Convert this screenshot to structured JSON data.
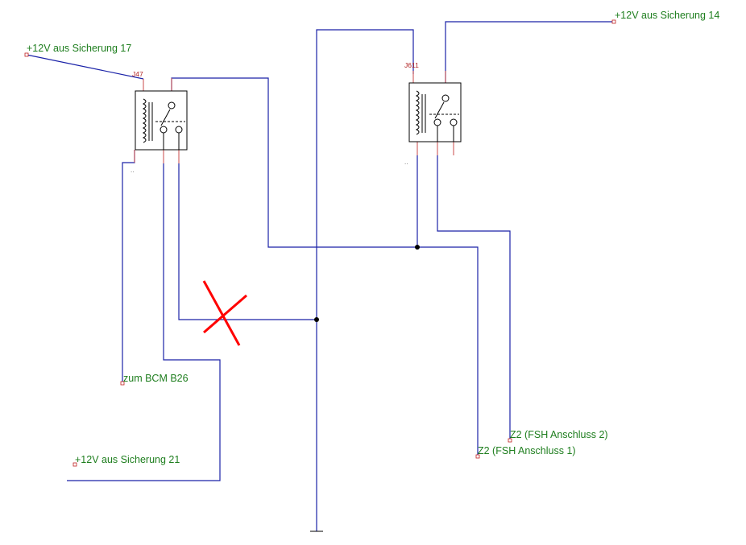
{
  "colors": {
    "wire": "#1a22a8",
    "label": "#1e7e1e",
    "relay_ref": "#b02020",
    "terminal": "#c02020",
    "cross": "#ff0000",
    "outline": "#000000"
  },
  "labels": {
    "fuse17": "+12V aus Sicherung 17",
    "fuse14": "+12V aus Sicherung 14",
    "fuse21": "+12V aus Sicherung 21",
    "bcm": "zum BCM B26",
    "fsh1": "Z2 (FSH Anschluss 1)",
    "fsh2": "Z2 (FSH Anschluss 2)"
  },
  "relays": {
    "left": {
      "ref": "J47",
      "dots": ".."
    },
    "right": {
      "ref": "J611",
      "dots": ".."
    }
  },
  "icons": {
    "coil": "relay-coil-icon",
    "switch": "relay-switch-icon",
    "cross": "red-cross-icon",
    "ground": "ground-icon"
  }
}
